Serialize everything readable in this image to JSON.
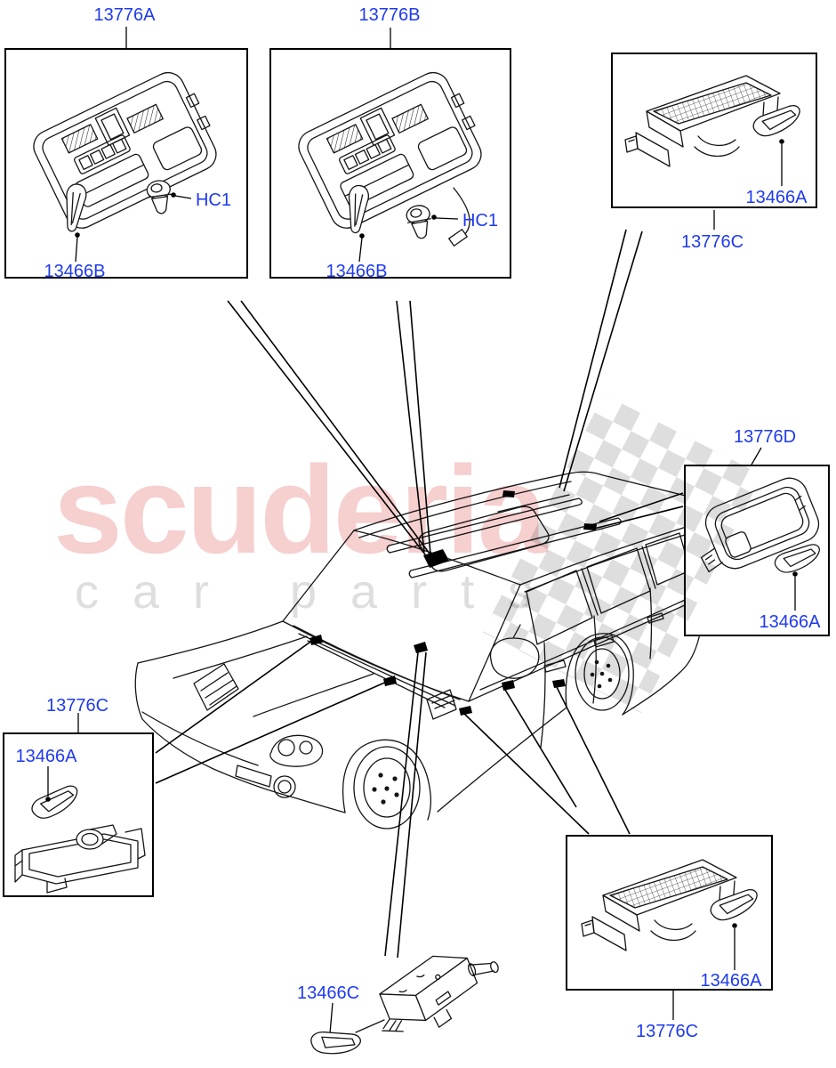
{
  "watermark": {
    "brand": "scuderia",
    "tagline": "car parts"
  },
  "callouts": {
    "console_a": {
      "part": "13776A",
      "bulb": "13466B",
      "clip": "HC1"
    },
    "console_b": {
      "part": "13776B",
      "bulb": "13466B",
      "clip": "HC1"
    },
    "footwell_top": {
      "part": "13776C",
      "bulb": "13466A"
    },
    "rear_lamp": {
      "part": "13776D",
      "bulb": "13466A"
    },
    "license_lamp": {
      "part": "13776C",
      "bulb": "13466A"
    },
    "footwell_bottom": {
      "part": "13776C",
      "bulb": "13466A"
    },
    "glovebox": {
      "bulb": "13466C"
    }
  },
  "colors": {
    "part_link": "#1e3af0",
    "ink": "#000000",
    "watermark_brand": "#e05f5f",
    "watermark_tagline": "#c9c9c9",
    "checker": "#e2e2e2"
  }
}
